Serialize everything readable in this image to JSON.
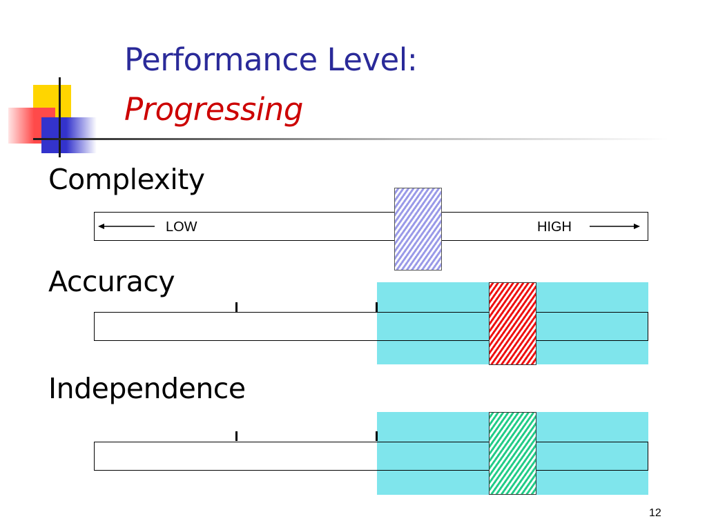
{
  "slide": {
    "title_line1": "Performance Level:",
    "title_line2": "Progressing",
    "page_number": "12"
  },
  "sections": [
    {
      "label": "Complexity",
      "low_label": "LOW",
      "high_label": "HIGH",
      "marker_color": "#9a9ae8"
    },
    {
      "label": "Accuracy",
      "marker_color": "#ee1111",
      "zone_color": "#7fe5ec"
    },
    {
      "label": "Independence",
      "marker_color": "#22cc88",
      "zone_color": "#7fe5ec"
    }
  ],
  "colors": {
    "title": "#2a2a99",
    "title_emphasis": "#cc0000",
    "zone": "#7fe5ec"
  }
}
